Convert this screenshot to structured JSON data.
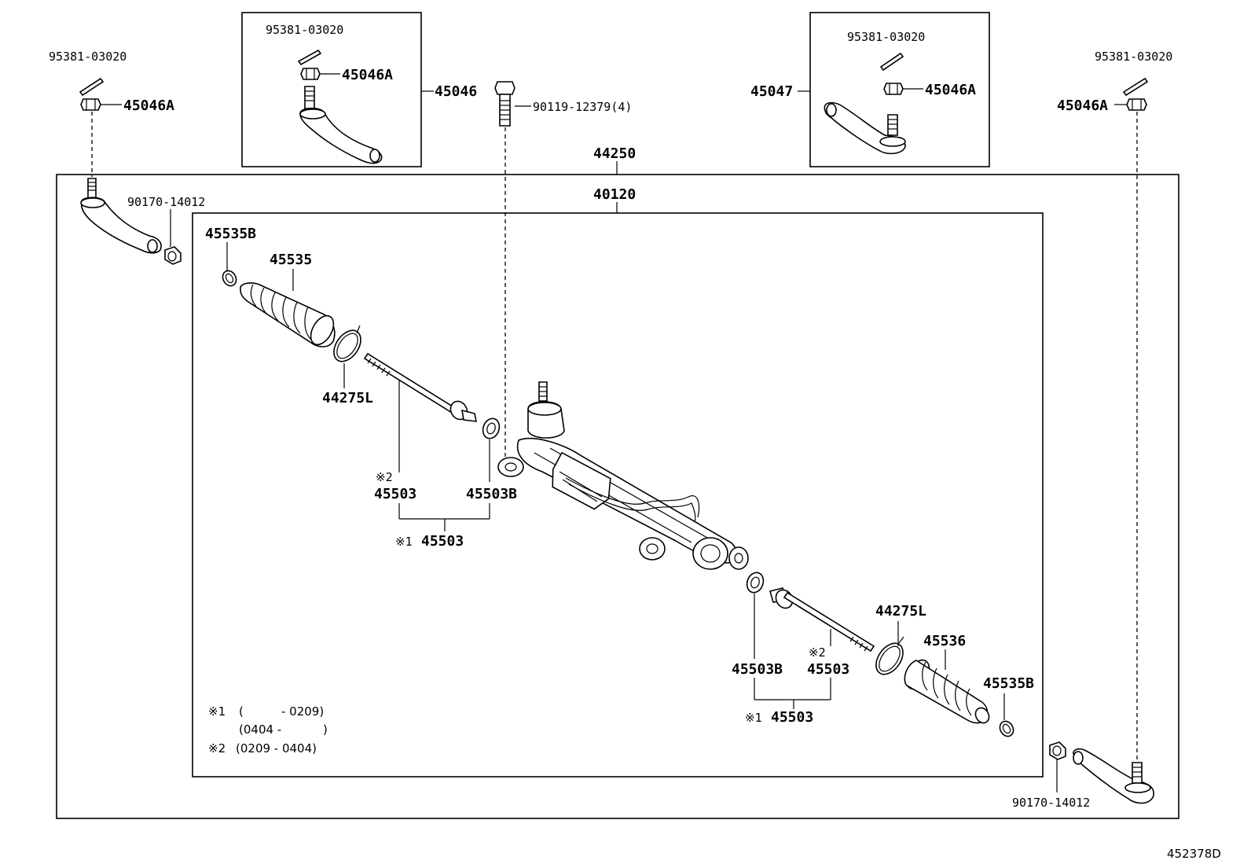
{
  "labels": {
    "cotter_pin_l": "95381-03020",
    "nut_l": "45046A",
    "box_l_cotter": "95381-03020",
    "box_l_nut": "45046A",
    "box_l_part": "45046",
    "bolt": "90119-12379(4)",
    "box_r_cotter": "95381-03020",
    "box_r_part": "45047",
    "box_r_nut": "45046A",
    "cotter_pin_r": "95381-03020",
    "nut_r": "45046A",
    "outer_assy": "44250",
    "inner_assy": "40120",
    "lock_nut_l": "90170-14012",
    "clip_l": "45535B",
    "boot_l": "45535",
    "ring_l": "44275L",
    "rod_l_mark": "※2",
    "rod_l": "45503",
    "washer_l": "45503B",
    "rod_set_l_mark": "※1",
    "rod_set_l": "45503",
    "washer_r": "45503B",
    "rod_r_mark": "※2",
    "rod_r": "45503",
    "rod_set_r_mark": "※1",
    "rod_set_r": "45503",
    "ring_r": "44275L",
    "boot_r": "45536",
    "clip_r": "45535B",
    "lock_nut_r": "90170-14012",
    "figure_id": "452378D"
  },
  "notes": {
    "n1_mark": "※1",
    "n1_open": "(",
    "n1_range": "- 0209)",
    "n1_line2_open": "(0404 -",
    "n1_line2_close": ")",
    "n2_mark": "※2",
    "n2_range": "(0209 - 0404)"
  }
}
